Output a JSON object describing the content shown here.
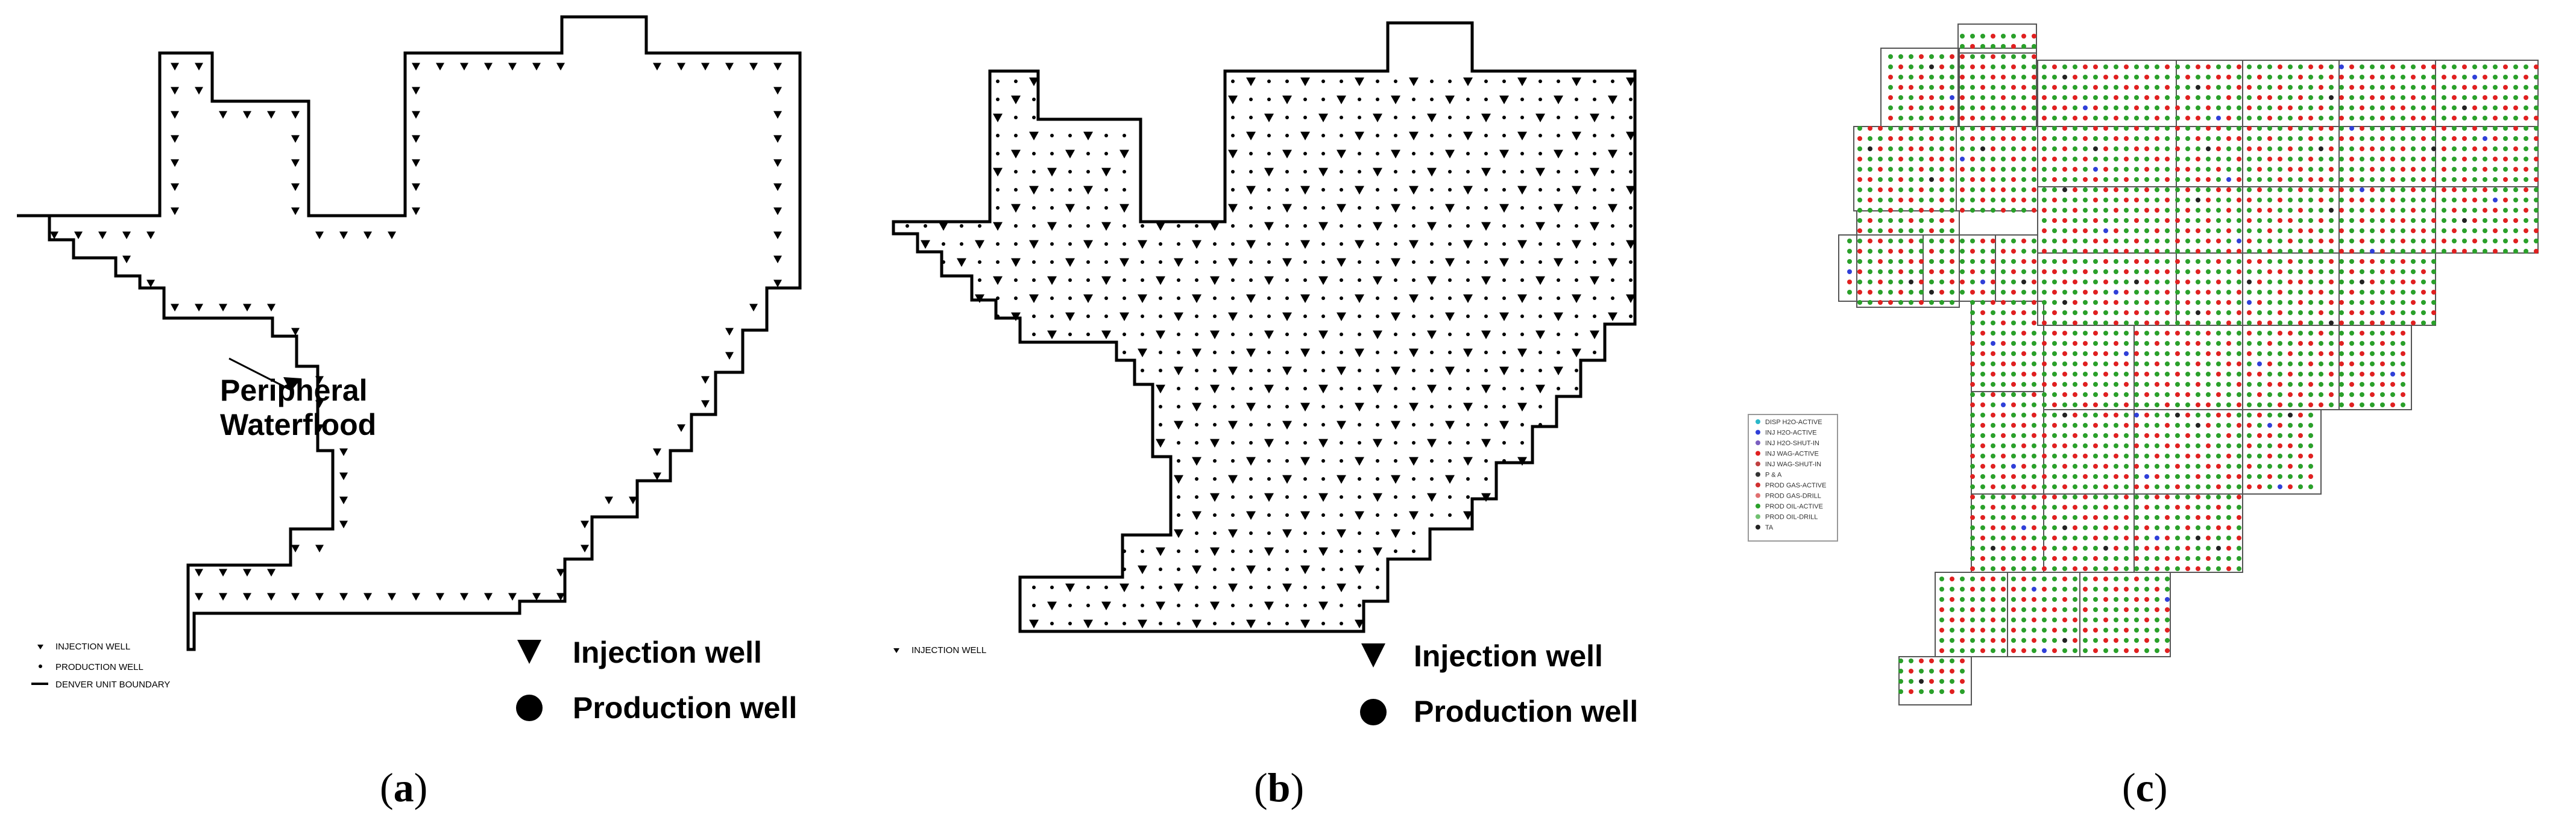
{
  "panels": [
    {
      "id": "a",
      "caption_letter": "a",
      "annotation": [
        "Peripheral",
        "Waterflood"
      ],
      "small_legend": [
        "INJECTION WELL",
        "PRODUCTION WELL",
        "DENVER UNIT BOUNDARY"
      ],
      "legend": {
        "injection": "Injection well",
        "production": "Production well"
      }
    },
    {
      "id": "b",
      "caption_letter": "b",
      "small_legend": [
        "INJECTION WELL"
      ],
      "legend": {
        "injection": "Injection well",
        "production": "Production well"
      }
    },
    {
      "id": "c",
      "caption_letter": "c",
      "legend_entries": [
        {
          "label": "DISP H2O-ACTIVE",
          "color": "#2ab7c9"
        },
        {
          "label": "INJ H2O-ACTIVE",
          "color": "#2f3fd8"
        },
        {
          "label": "INJ H2O-SHUT-IN",
          "color": "#7a5fc0"
        },
        {
          "label": "INJ WAG-ACTIVE",
          "color": "#e02020"
        },
        {
          "label": "INJ WAG-SHUT-IN",
          "color": "#c04040"
        },
        {
          "label": "P & A",
          "color": "#333333"
        },
        {
          "label": "PROD GAS-ACTIVE",
          "color": "#d03030"
        },
        {
          "label": "PROD GAS-DRILL",
          "color": "#e07070"
        },
        {
          "label": "PROD OIL-ACTIVE",
          "color": "#2aa02a"
        },
        {
          "label": "PROD OIL-DRILL",
          "color": "#70c070"
        },
        {
          "label": "TA",
          "color": "#222222"
        }
      ]
    }
  ],
  "colors": {
    "line": "#000000",
    "wag": "#e02020",
    "oil": "#2aa02a",
    "h2o": "#2f3fd8",
    "grid": "#444444"
  }
}
